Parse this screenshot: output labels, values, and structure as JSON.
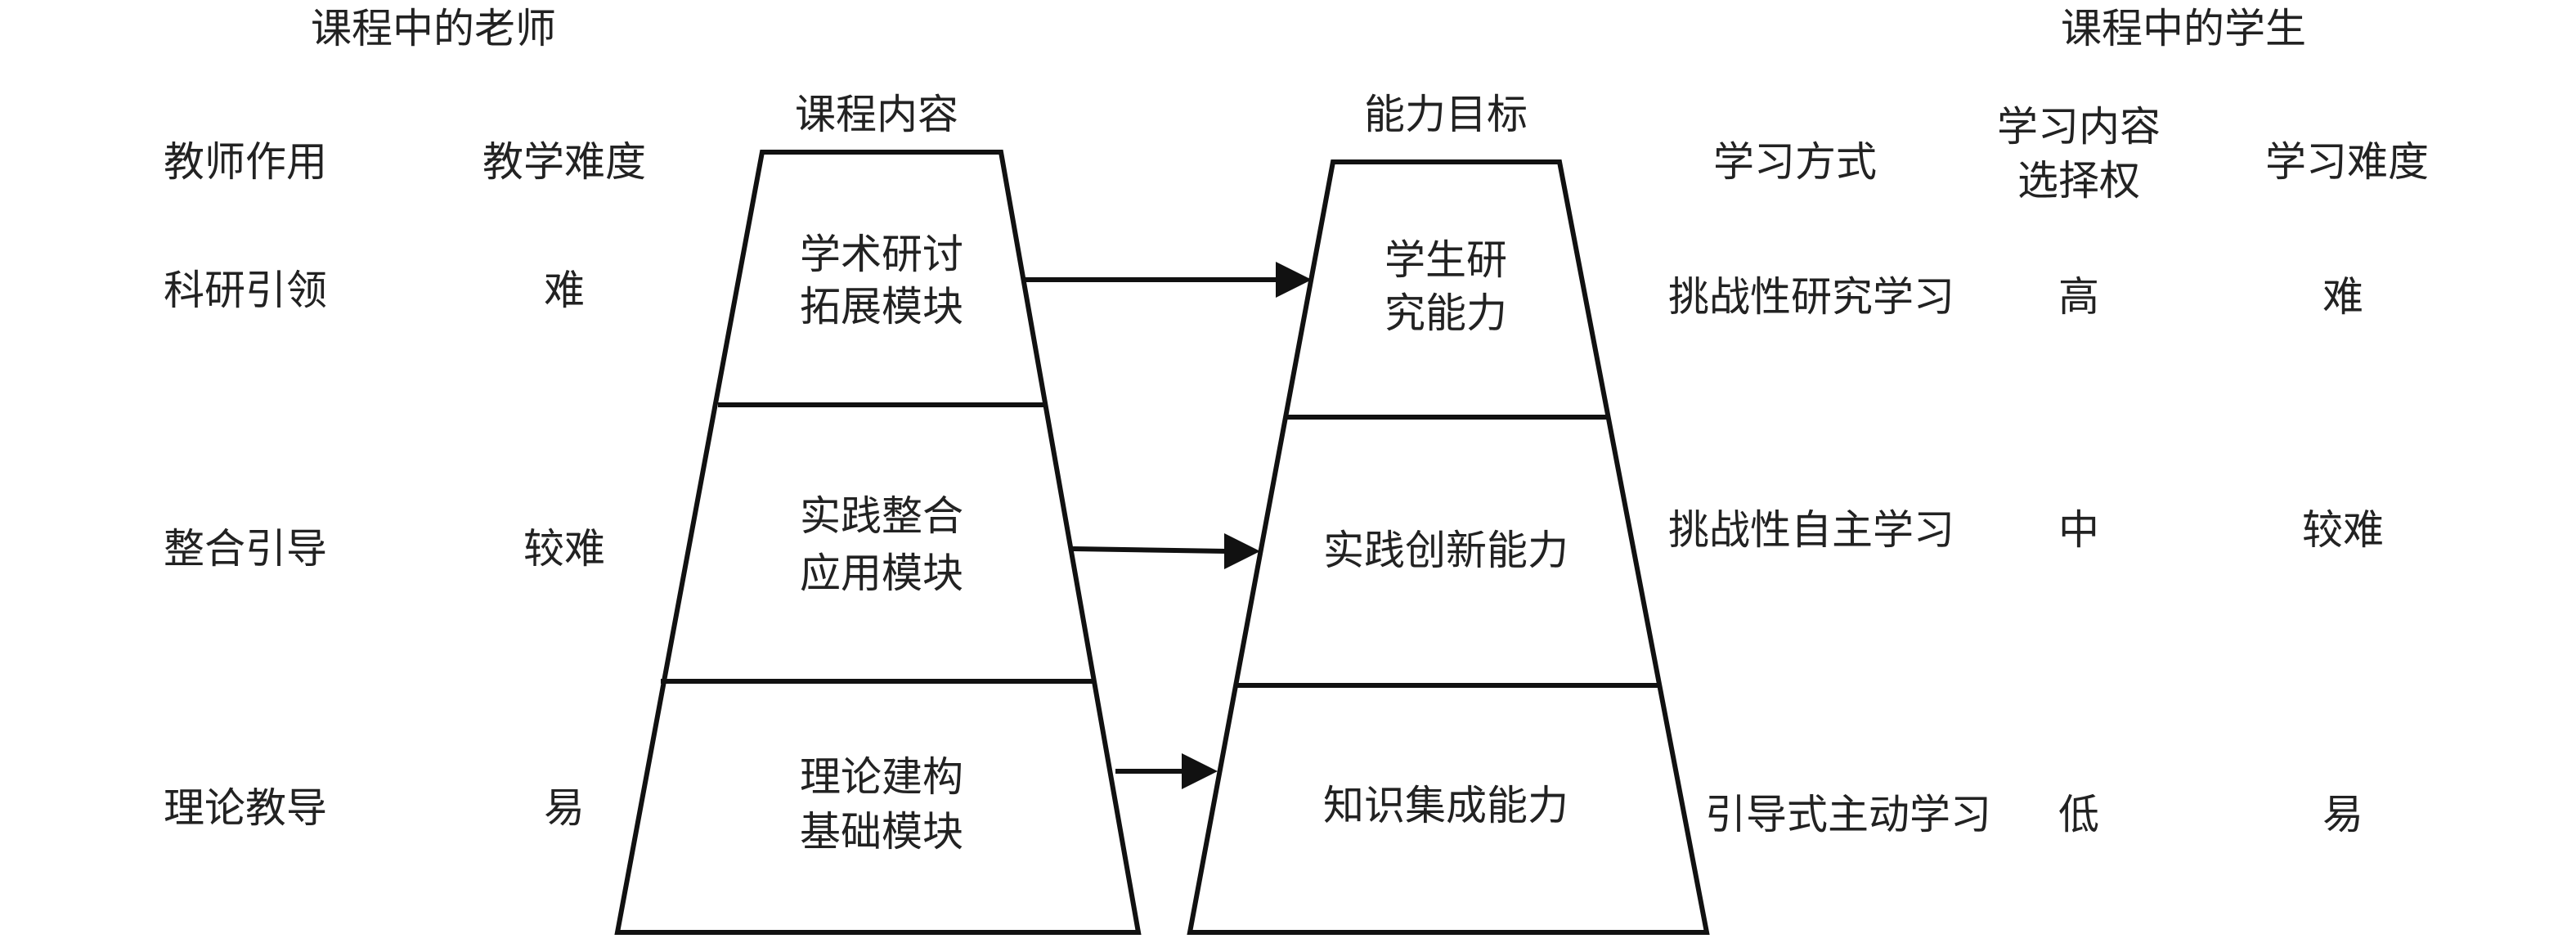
{
  "teacher_section": {
    "title": "课程中的老师",
    "header_role": "教师作用",
    "header_difficulty": "教学难度",
    "rows": [
      {
        "role": "科研引领",
        "difficulty": "难"
      },
      {
        "role": "整合引导",
        "difficulty": "较难"
      },
      {
        "role": "理论教导",
        "difficulty": "易"
      }
    ]
  },
  "content_pyramid": {
    "title": "课程内容",
    "tiers": [
      {
        "line1": "学术研讨",
        "line2": "拓展模块"
      },
      {
        "line1": "实践整合",
        "line2": "应用模块"
      },
      {
        "line1": "理论建构",
        "line2": "基础模块"
      }
    ]
  },
  "ability_pyramid": {
    "title": "能力目标",
    "tiers": [
      {
        "line1": "学生研",
        "line2": "究能力"
      },
      {
        "line1": "实践创新能力",
        "line2": ""
      },
      {
        "line1": "知识集成能力",
        "line2": ""
      }
    ]
  },
  "student_section": {
    "title": "课程中的学生",
    "header_method": "学习方式",
    "header_choice_line1": "学习内容",
    "header_choice_line2": "选择权",
    "header_difficulty": "学习难度",
    "rows": [
      {
        "method": "挑战性研究学习",
        "choice": "高",
        "difficulty": "难"
      },
      {
        "method": "挑战性自主学习",
        "choice": "中",
        "difficulty": "较难"
      },
      {
        "method": "引导式主动学习",
        "choice": "低",
        "difficulty": "易"
      }
    ]
  }
}
